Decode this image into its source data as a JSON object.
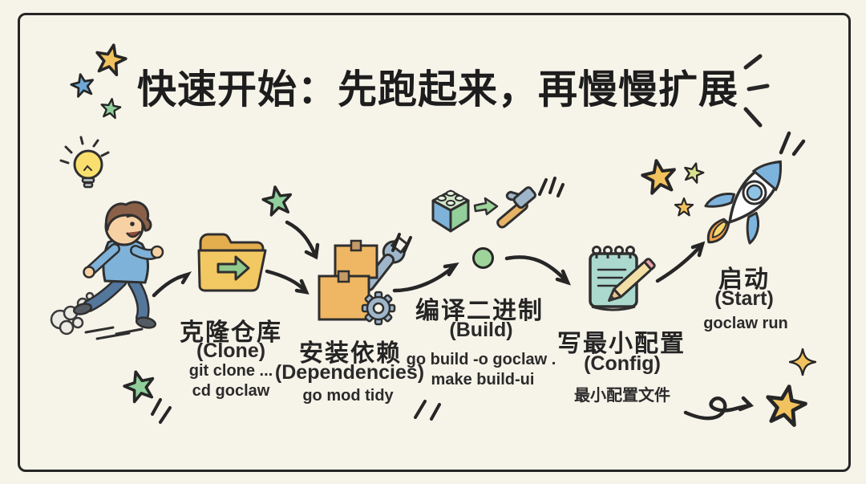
{
  "title": "快速开始：先跑起来，再慢慢扩展",
  "steps": [
    {
      "zh": "克隆仓库",
      "en": "(Clone)",
      "commands": [
        "git clone ...",
        "cd goclaw"
      ]
    },
    {
      "zh": "安装依赖",
      "en": "(Dependencies)",
      "commands": [
        "go mod tidy"
      ]
    },
    {
      "zh": "编译二进制",
      "en": "(Build)",
      "commands": [
        "go build -o goclaw .",
        "make build-ui"
      ]
    },
    {
      "zh": "写最小配置",
      "en": "(Config)",
      "commands": [
        "最小配置文件"
      ]
    },
    {
      "zh": "启动",
      "en": "(Start)",
      "commands": [
        "goclaw run"
      ]
    }
  ],
  "icons": [
    "lightbulb-icon",
    "running-person-icon",
    "folder-arrow-icon",
    "boxes-wrench-gear-icon",
    "lego-arrow-hammer-icon",
    "green-dot-icon",
    "notepad-pencil-icon",
    "rocket-icon",
    "star-icon",
    "sparkle-icon",
    "smoke-puffs-icon",
    "squiggle-arrow-icon"
  ],
  "colors": {
    "background": "#f6f3e9",
    "ink": "#262626",
    "gold": "#f2c25e",
    "orange_box": "#efb763",
    "green": "#8fcf9b",
    "blue": "#7fb2d9",
    "teal": "#abd9cd",
    "steel": "#9fb6ca",
    "flame": "#f2a24b"
  }
}
